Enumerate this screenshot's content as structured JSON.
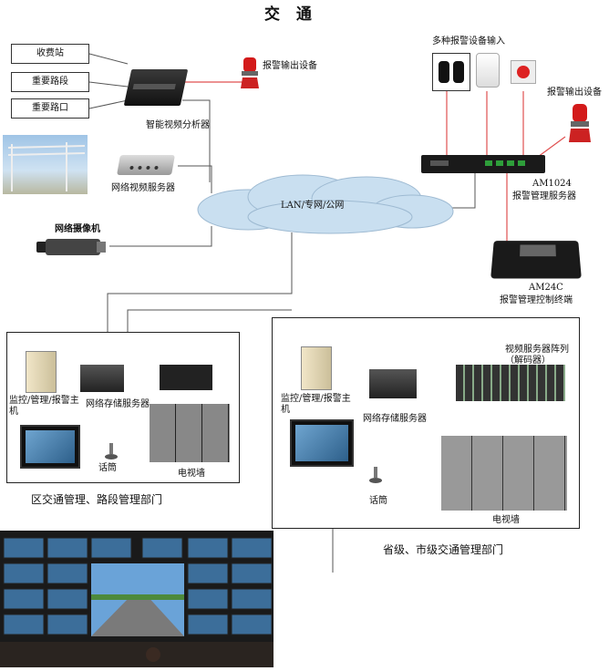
{
  "title": "交 通",
  "inputs": [
    "收费站",
    "重要路段",
    "重要路口"
  ],
  "devices": {
    "analyzer": "智能视频分析器",
    "alarm_output": "报警输出设备",
    "alarm_output_right": "报警输出设备",
    "video_server": "网络视频服务器",
    "camera": "网络摄像机",
    "network": "LAN/专网/公网",
    "alarm_inputs": "多种报警设备输入",
    "am1024_model": "AM1024",
    "am1024_name": "报警管理服务器",
    "am24c_model": "AM24C",
    "am24c_name": "报警管理控制终端"
  },
  "district": {
    "host": "监控/管理/报警主机",
    "storage": "网络存储服务器",
    "mic": "话筒",
    "tvwall": "电视墙",
    "caption": "区交通管理、路段管理部门"
  },
  "province": {
    "host": "监控/管理/报警主机",
    "storage": "网络存储服务器",
    "array": "视频服务器阵列（解码器）",
    "mic": "话筒",
    "tvwall": "电视墙",
    "caption": "省级、市级交通管理部门"
  },
  "colors": {
    "wire": "#555555",
    "alarm_wire": "#e05050",
    "mic_cable": "#58c7b0",
    "cloud": "#c9dff0"
  }
}
